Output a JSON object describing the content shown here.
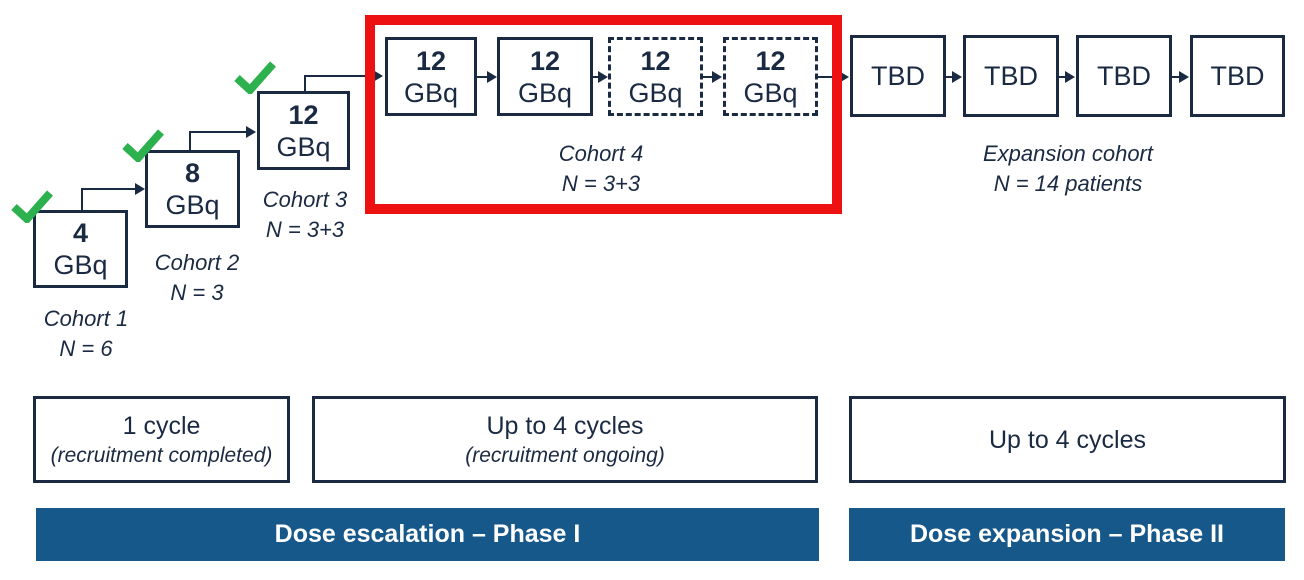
{
  "colors": {
    "navy": "#1A2A42",
    "phase_bar_blue": "#17588A",
    "highlight_red": "#EE1111",
    "check_green": "#2CB14E"
  },
  "stair_cohorts": [
    {
      "dose": "4",
      "unit": "GBq",
      "name": "Cohort 1",
      "n": "N = 6",
      "completed_check": "green-checkmark"
    },
    {
      "dose": "8",
      "unit": "GBq",
      "name": "Cohort 2",
      "n": "N = 3",
      "completed_check": "green-checkmark"
    },
    {
      "dose": "12",
      "unit": "GBq",
      "name": "Cohort 3",
      "n": "N = 3+3",
      "completed_check": "green-checkmark"
    }
  ],
  "cohort4": {
    "name": "Cohort 4",
    "n": "N = 3+3",
    "boxes": [
      {
        "dose": "12",
        "unit": "GBq",
        "style": "solid"
      },
      {
        "dose": "12",
        "unit": "GBq",
        "style": "solid"
      },
      {
        "dose": "12",
        "unit": "GBq",
        "style": "dashed"
      },
      {
        "dose": "12",
        "unit": "GBq",
        "style": "dashed"
      }
    ]
  },
  "expansion": {
    "name": "Expansion cohort",
    "n": "N = 14 patients",
    "boxes": [
      "TBD",
      "TBD",
      "TBD",
      "TBD"
    ]
  },
  "cycle_boxes": [
    {
      "main": "1 cycle",
      "sub": "(recruitment completed)"
    },
    {
      "main": "Up to 4 cycles",
      "sub": "(recruitment ongoing)"
    },
    {
      "main": "Up to 4 cycles",
      "sub": ""
    }
  ],
  "phase_bars": [
    {
      "label": "Dose escalation – Phase I"
    },
    {
      "label": "Dose expansion – Phase II"
    }
  ]
}
